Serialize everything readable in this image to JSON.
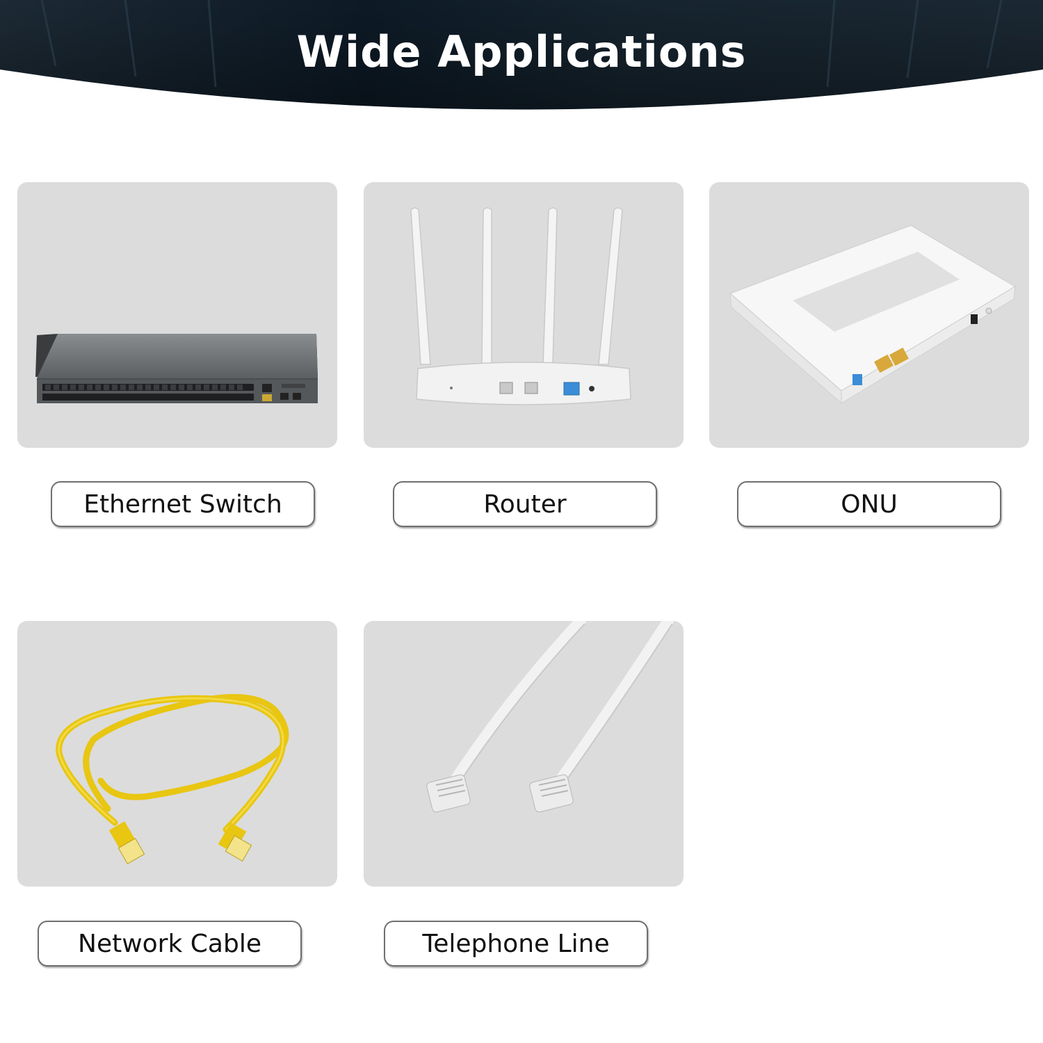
{
  "banner": {
    "title": "Wide Applications"
  },
  "items": [
    {
      "label": "Ethernet Switch",
      "image": "ethernet-switch"
    },
    {
      "label": "Router",
      "image": "router"
    },
    {
      "label": "ONU",
      "image": "onu"
    },
    {
      "label": "Network Cable",
      "image": "network-cable"
    },
    {
      "label": "Telephone Line",
      "image": "telephone-line"
    }
  ],
  "colors": {
    "banner_dark": "#0b1622",
    "card_background": "#dcdcdc",
    "label_border": "#6f6f6f",
    "cable_yellow": "#f2d51c"
  }
}
